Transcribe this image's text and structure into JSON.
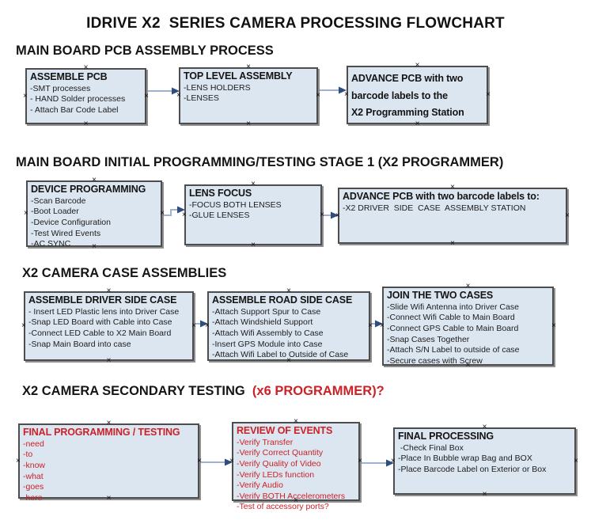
{
  "title": "IDRIVE X2  SERIES CAMERA PROCESSING FLOWCHART",
  "icons": {
    "connection_point": "×"
  },
  "colors": {
    "box_fill": "#dce6f1",
    "box_border": "#4d4d4d",
    "red": "#cc2127",
    "arrow_line": "#9fb3d1",
    "arrow_head": "#2e4d80"
  },
  "sections": [
    {
      "heading": "MAIN BOARD PCB ASSEMBLY PROCESS",
      "heading_red": "",
      "boxes": [
        {
          "title": "ASSEMBLE PCB",
          "items": [
            "-SMT processes",
            "- HAND Solder processes",
            "- Attach Bar Code Label"
          ]
        },
        {
          "title": "TOP LEVEL ASSEMBLY",
          "items": [
            "-LENS HOLDERS",
            "-LENSES"
          ]
        },
        {
          "title": "ADVANCE PCB with two\nbarcode labels to the\nX2 Programming Station",
          "items": []
        }
      ]
    },
    {
      "heading": "MAIN BOARD INITIAL PROGRAMMING/TESTING STAGE 1 (X2 PROGRAMMER)",
      "heading_red": "",
      "boxes": [
        {
          "title": "DEVICE PROGRAMMING",
          "items": [
            "-Scan Barcode",
            "-Boot Loader",
            "-Device Configuration",
            "-Test Wired Events",
            "-AC SYNC"
          ]
        },
        {
          "title": "LENS FOCUS",
          "items": [
            "-FOCUS BOTH LENSES",
            "-GLUE LENSES"
          ]
        },
        {
          "title": "ADVANCE PCB with two barcode labels to:",
          "items": [
            "-X2 DRIVER  SIDE  CASE  ASSEMBLY STATION"
          ]
        }
      ]
    },
    {
      "heading": "X2 CAMERA CASE ASSEMBLIES",
      "heading_red": "",
      "boxes": [
        {
          "title": "ASSEMBLE DRIVER SIDE CASE",
          "items": [
            "- Insert LED Plastic lens into Driver Case",
            "-Snap LED Board with Cable into Case",
            "-Connect LED Cable to X2 Main Board",
            "-Snap Main Board into case"
          ]
        },
        {
          "title": "ASSEMBLE ROAD SIDE CASE",
          "items": [
            "-Attach Support Spur to Case",
            "-Attach Windshield Support",
            "-Attach Wifi Assembly to Case",
            "-Insert GPS Module into Case",
            "-Attach Wifi Label to Outside of Case"
          ]
        },
        {
          "title": "JOIN THE TWO CASES",
          "items": [
            "-Slide Wifi Antenna into Driver Case",
            "-Connect Wifi Cable to Main Board",
            "-Connect GPS Cable to Main Board",
            "-Snap Cases Together",
            "-Attach S/N Label to outside of case",
            "-Secure cases with Screw"
          ]
        }
      ]
    },
    {
      "heading": "X2 CAMERA SECONDARY TESTING ",
      "heading_red": " (x6 PROGRAMMER)?",
      "boxes": [
        {
          "title": "FINAL PROGRAMMING / TESTING",
          "items": [
            "-need",
            "-to",
            "-know",
            "-what",
            "-goes",
            "-here"
          ]
        },
        {
          "title": "REVIEW OF EVENTS",
          "items": [
            "-Verify Transfer",
            "-Verify Correct Quantity",
            "-Verify Quality of Video",
            "-Verify LEDs function",
            "-Verify Audio",
            "-Verify BOTH Accelerometers",
            "-Test of accessory ports?"
          ]
        },
        {
          "title": "FINAL PROCESSING",
          "items": [
            " -Check Final Box",
            "-Place In Bubble wrap Bag and BOX",
            "-Place Barcode Label on Exterior or Box"
          ]
        }
      ]
    }
  ]
}
